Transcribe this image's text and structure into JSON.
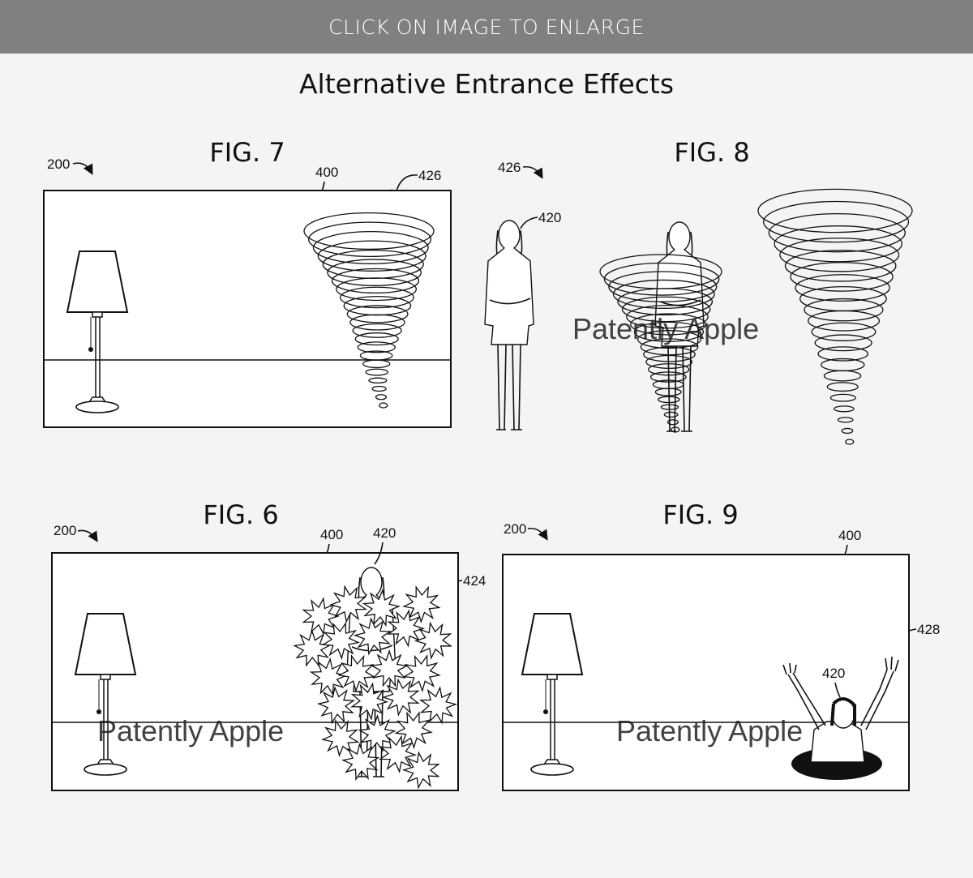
{
  "banner": {
    "label": "CLICK ON IMAGE TO ENLARGE"
  },
  "title": "Alternative Entrance Effects",
  "figures": {
    "fig7": {
      "label": "FIG. 7",
      "refs": [
        "200",
        "400",
        "426"
      ]
    },
    "fig8": {
      "label": "FIG. 8",
      "refs": [
        "426",
        "420"
      ]
    },
    "fig6": {
      "label": "FIG. 6",
      "refs": [
        "200",
        "400",
        "420",
        "424"
      ]
    },
    "fig9": {
      "label": "FIG. 9",
      "refs": [
        "200",
        "400",
        "428",
        "420"
      ]
    }
  },
  "watermark": "Patently Apple"
}
